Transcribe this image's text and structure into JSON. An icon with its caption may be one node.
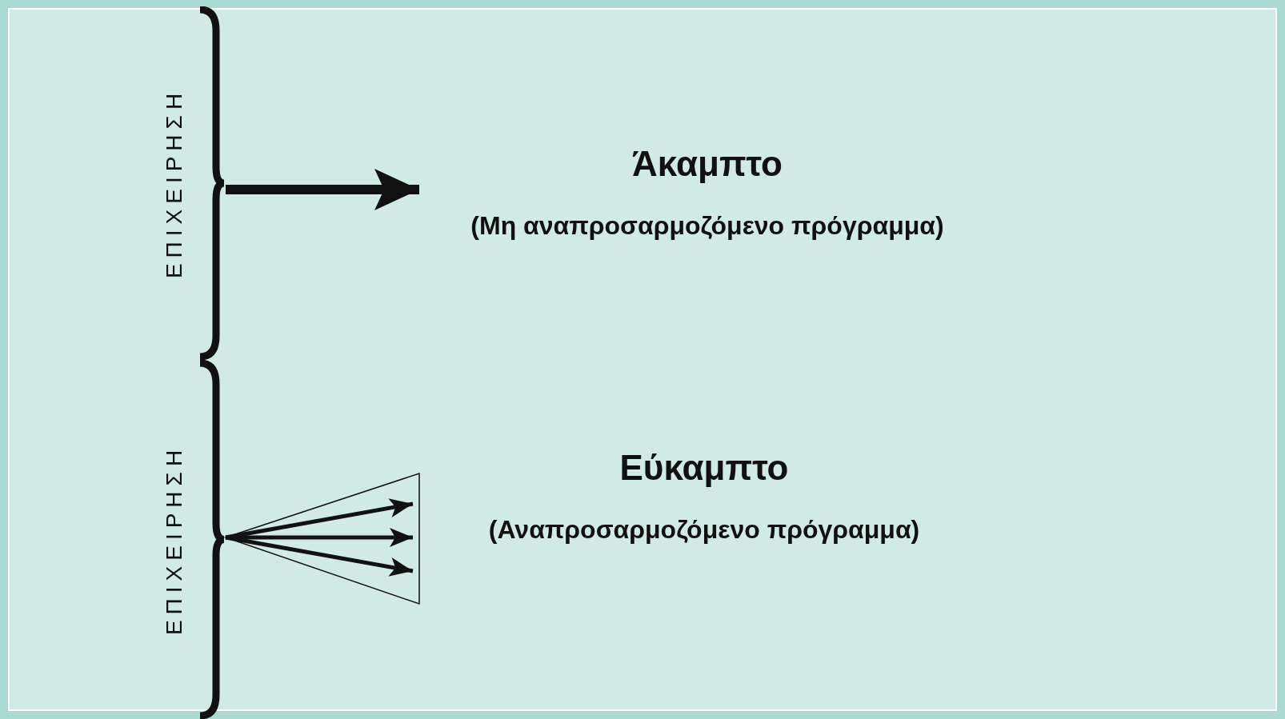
{
  "diagram": {
    "nodes": [
      {
        "text": [
          "ΕΠΙΧΕΙΡΗΣΗ"
        ]
      },
      {
        "text": [
          "Άκαμπτο",
          "(Μη αναπροσαρμοζόμενο πρόγραμμα)"
        ]
      },
      {
        "text": [
          "ΕΠΙΧΕΙΡΗΣΗ"
        ]
      },
      {
        "text": [
          "Εύκαμπτο",
          "(Αναπροσαρμοζόμενο πρόγραμμα)"
        ]
      }
    ],
    "edges": [
      {
        "from": 0,
        "to": 1,
        "arrow": "to",
        "style": "thick"
      },
      {
        "from": 2,
        "to": 3,
        "arrow": "to"
      },
      {
        "from": 2,
        "to": 3,
        "arrow": "to"
      },
      {
        "from": 2,
        "to": 3,
        "arrow": "to"
      }
    ]
  }
}
